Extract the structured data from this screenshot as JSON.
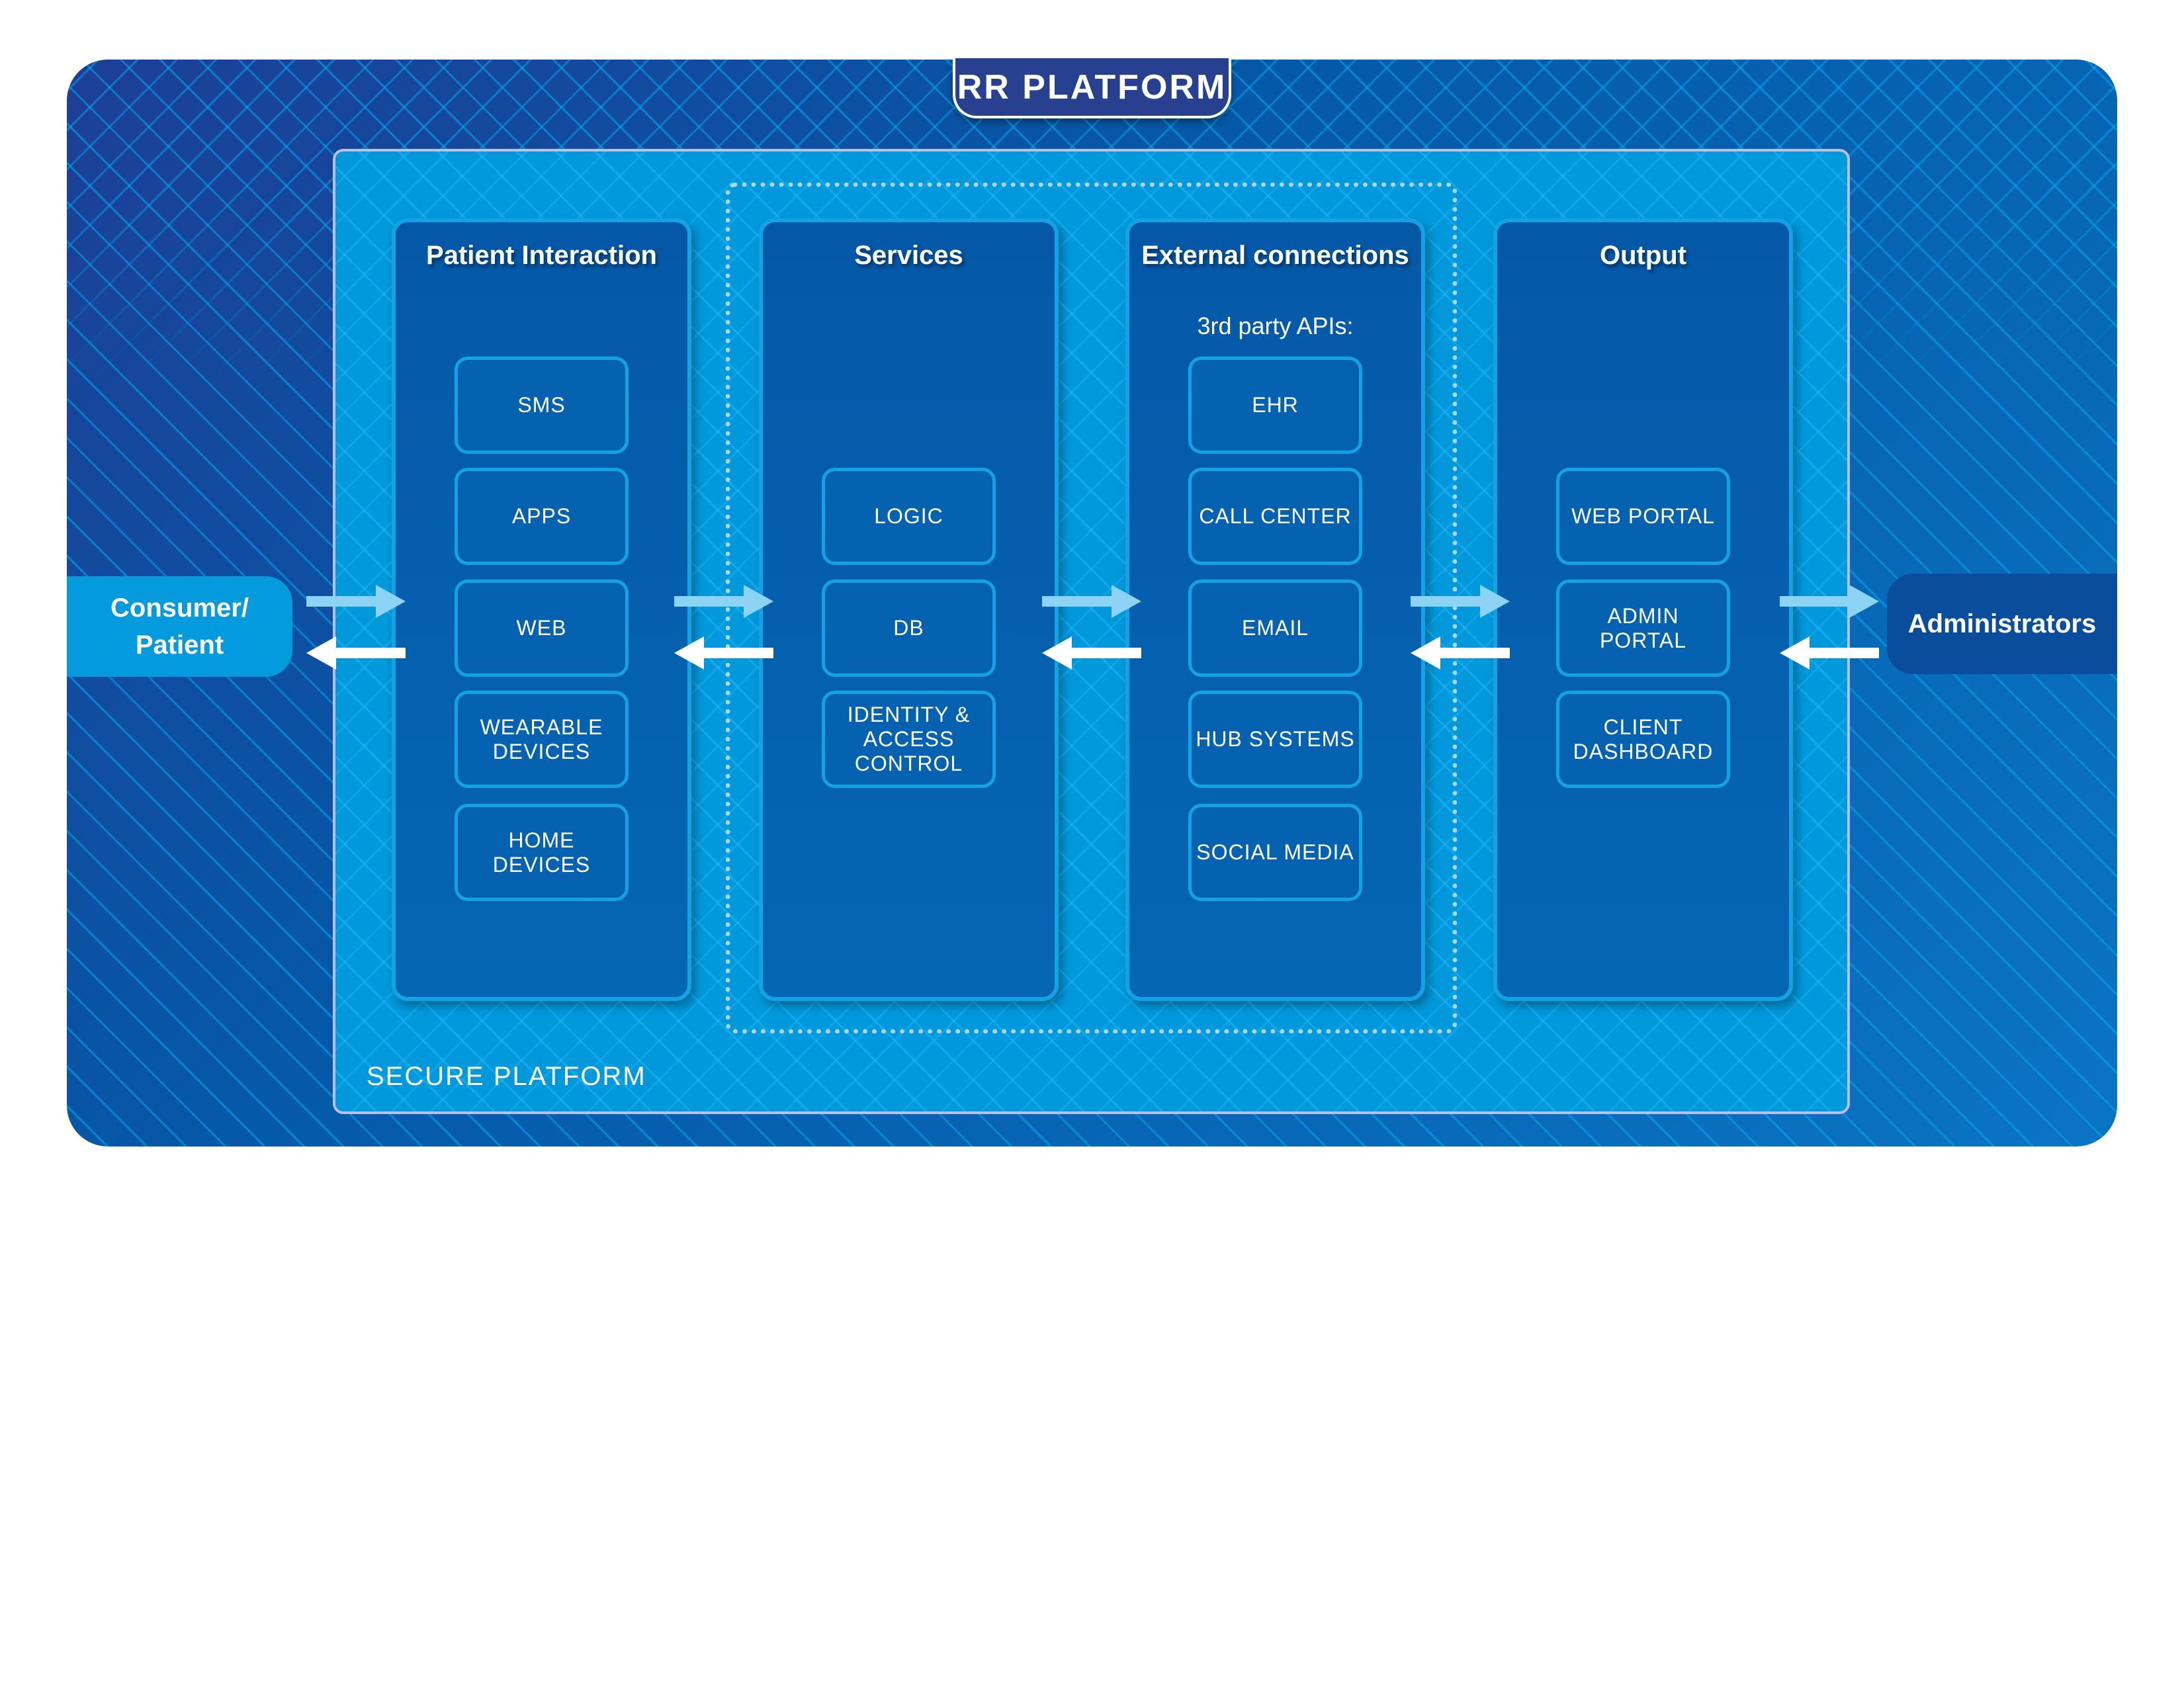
{
  "title": "RR PLATFORM",
  "secure_platform_label": "SECURE PLATFORM",
  "actors": {
    "left": "Consumer/\nPatient",
    "right": "Administrators"
  },
  "columns": [
    {
      "title": "Patient Interaction",
      "items": [
        "SMS",
        "APPS",
        "WEB",
        "WEARABLE\nDEVICES",
        "HOME\nDEVICES"
      ]
    },
    {
      "title": "Services",
      "items": [
        "LOGIC",
        "DB",
        "IDENTITY &\nACCESS\nCONTROL"
      ]
    },
    {
      "title": "External connections",
      "subtitle": "3rd party APIs:",
      "items": [
        "EHR",
        "CALL CENTER",
        "EMAIL",
        "HUB SYSTEMS",
        "SOCIAL MEDIA"
      ]
    },
    {
      "title": "Output",
      "items": [
        "WEB PORTAL",
        "ADMIN\nPORTAL",
        "CLIENT\nDASHBOARD"
      ]
    }
  ],
  "colors": {
    "outer": "#0559a8",
    "secure": "#0198dc",
    "column": "#0562b0",
    "border": "#12a3e6",
    "tab": "#27408f",
    "arrow_right": "#8dd3f5",
    "arrow_left": "#ffffff"
  }
}
